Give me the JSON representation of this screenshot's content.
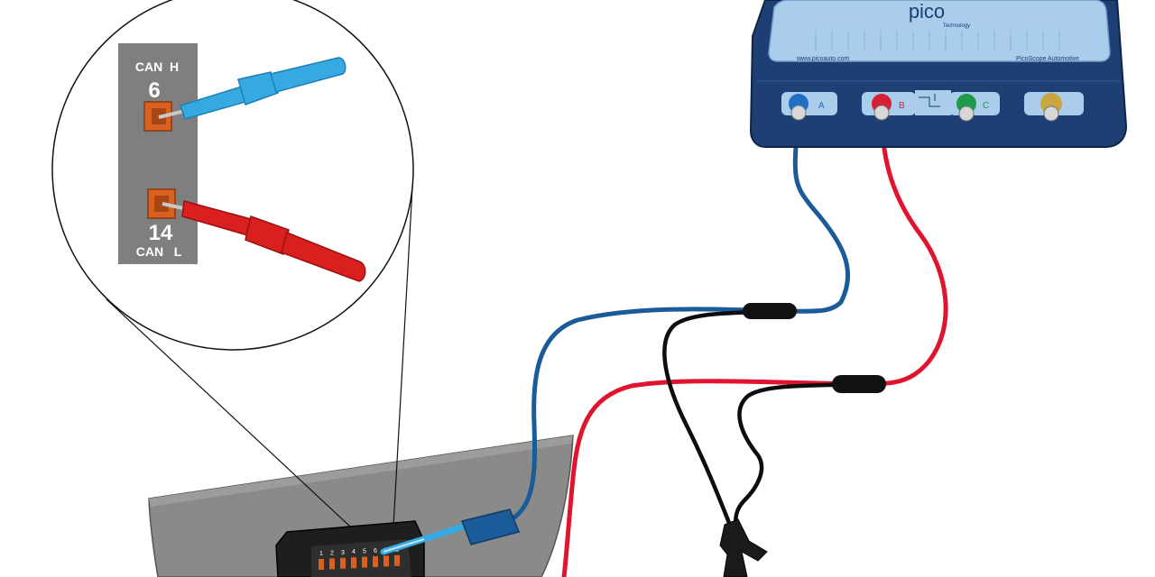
{
  "scope": {
    "brand": "pico",
    "brand_sub": "Technology",
    "website": "www.picoauto.com",
    "model": "PicoScope Automotive",
    "channels": [
      {
        "label": "A",
        "color": "#1f6fc4"
      },
      {
        "label": "B",
        "color": "#d51f35"
      },
      {
        "label": "C",
        "color": "#1f9a4b"
      },
      {
        "label": "",
        "color": "#c9a640"
      }
    ]
  },
  "inset": {
    "pin_top_name": "CAN  H",
    "pin_top_number": "6",
    "pin_bottom_number": "14",
    "pin_bottom_name": "CAN   L"
  },
  "connector": {
    "pin_numbers": [
      "1",
      "2",
      "3",
      "4",
      "5",
      "6",
      "7",
      "8"
    ]
  },
  "colors": {
    "blue_lead": "#1c5b9a",
    "red_lead": "#e0142f",
    "black_lead": "#0d0d0d",
    "probe_blue": "#37a9e1",
    "probe_red": "#d9201f",
    "pin_orange": "#d9601f",
    "panel_gray": "#7f7f7f",
    "scope_body": "#1d3f73",
    "scope_face": "#a9cdeb"
  }
}
